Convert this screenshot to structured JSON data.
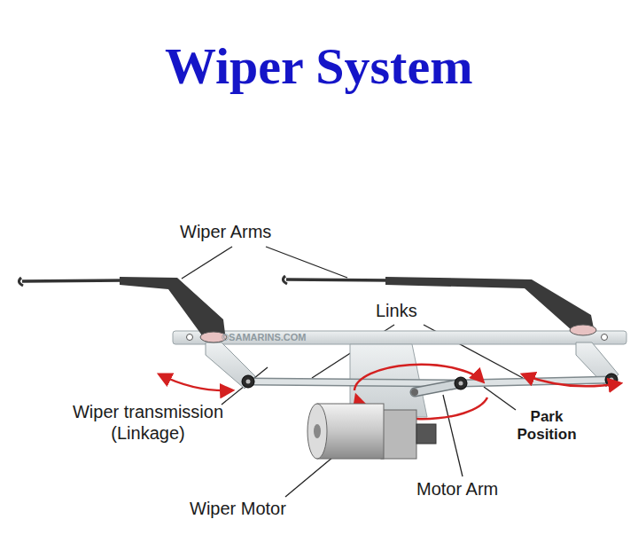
{
  "diagram": {
    "title": "Wiper System",
    "labels": [
      "Wiper Arms",
      "Links",
      "©SAMARINS.COM",
      "Wiper transmission (Linkage)",
      "Park Position",
      "Motor Arm",
      "Wiper Motor"
    ]
  }
}
